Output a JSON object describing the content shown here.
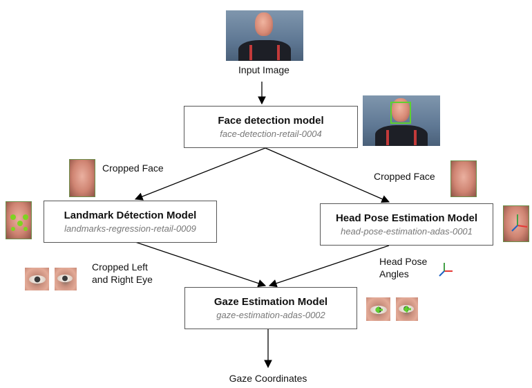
{
  "labels": {
    "input_image": "Input Image",
    "cropped_face_left": "Cropped Face",
    "cropped_face_right": "Cropped Face",
    "cropped_eyes_line1": "Cropped Left",
    "cropped_eyes_line2": "and Right Eye",
    "head_pose_line1": "Head Pose",
    "head_pose_line2": "Angles",
    "gaze_coordinates": "Gaze Coordinates"
  },
  "models": {
    "face_detection": {
      "title": "Face detection model",
      "id": "face-detection-retail-0004"
    },
    "landmark_detection": {
      "title": "Landmark Détection Model",
      "id": "landmarks-regression-retail-0009"
    },
    "head_pose": {
      "title": "Head Pose Estimation Model",
      "id": "head-pose-estimation-adas-0001"
    },
    "gaze_estimation": {
      "title": "Gaze Estimation Model",
      "id": "gaze-estimation-adas-0002"
    }
  },
  "colors": {
    "landmark_dot": "#7ed321",
    "detection_box": "#5fd02f",
    "axis_x": "#e53935",
    "axis_y": "#43a047",
    "axis_z": "#1e63c4"
  }
}
